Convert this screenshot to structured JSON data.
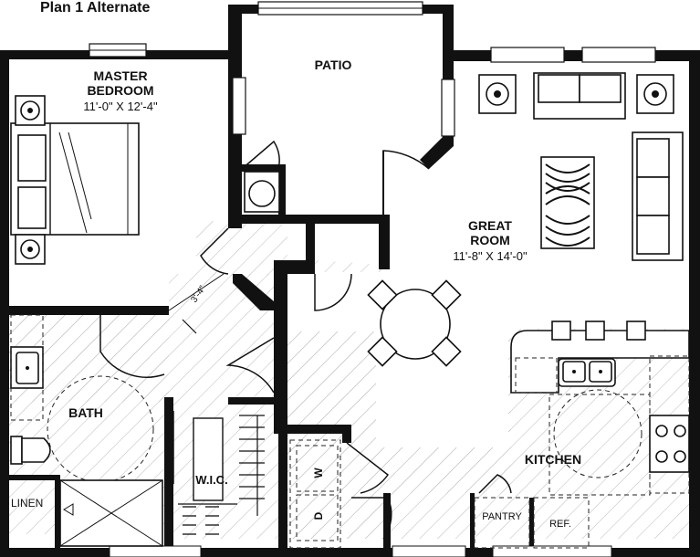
{
  "title": "Plan 1 Alternate",
  "rooms": {
    "master_bedroom": {
      "line1": "MASTER",
      "line2": "BEDROOM",
      "dim": "11'-0\" X 12'-4\""
    },
    "patio": {
      "label": "PATIO"
    },
    "great_room": {
      "line1": "GREAT",
      "line2": "ROOM",
      "dim": "11'-8\" X 14'-0\""
    },
    "bath": {
      "label": "BATH"
    },
    "wic": {
      "label": "W.I.C."
    },
    "kitchen": {
      "label": "KITCHEN"
    },
    "linen": {
      "label": "LINEN"
    },
    "pantry": {
      "label": "PANTRY"
    },
    "ref": {
      "label": "REF."
    }
  },
  "labels": {
    "washer": "W",
    "dryer": "D",
    "hall_dim": "3'-4\""
  }
}
